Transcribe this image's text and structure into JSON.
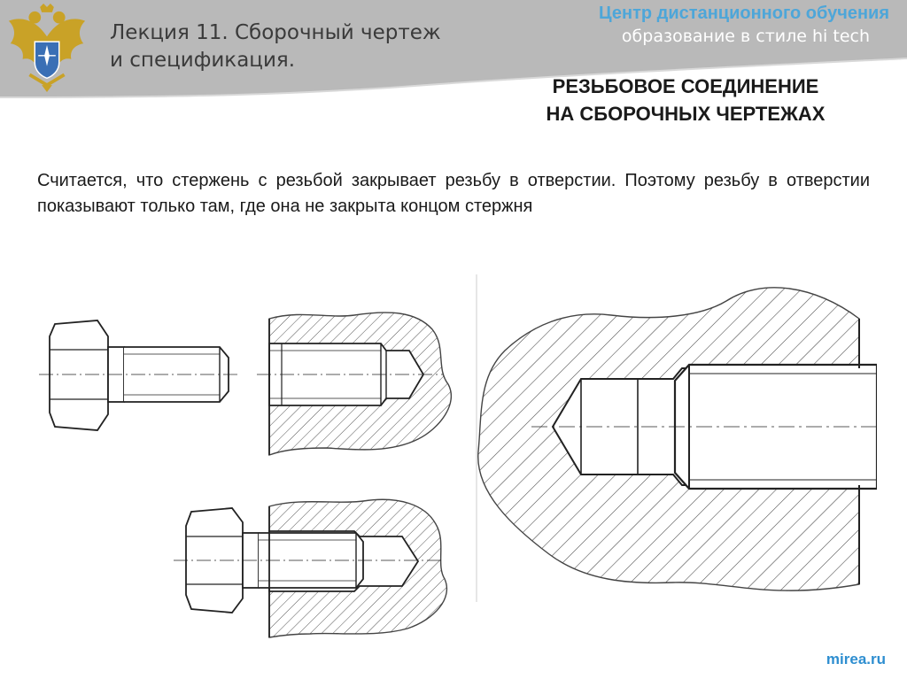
{
  "header": {
    "lecture_title_line1": "Лекция 11. Сборочный чертеж",
    "lecture_title_line2": "и спецификация.",
    "center_name": "Центр дистанционного обучения",
    "center_slogan": "образование в стиле hi tech"
  },
  "slide": {
    "heading_line1": "РЕЗЬБОВОЕ СОЕДИНЕНИЕ",
    "heading_line2": "НА СБОРОЧНЫХ ЧЕРТЕЖАХ",
    "body": "Считается, что стержень с резьбой закрывает резьбу в отверстии. Поэтому резьбу в отверстии показывают только там, где она не закрыта концом стержня"
  },
  "footer": {
    "site": "mirea.ru"
  },
  "colors": {
    "accent_blue": "#4da6d9",
    "footer_blue": "#2e8ed0",
    "band_gray": "#b9b9b9",
    "emblem_gold": "#c9a227",
    "emblem_blue": "#3a6fb5"
  },
  "icons": {
    "emblem": "double-headed-eagle-emblem"
  }
}
